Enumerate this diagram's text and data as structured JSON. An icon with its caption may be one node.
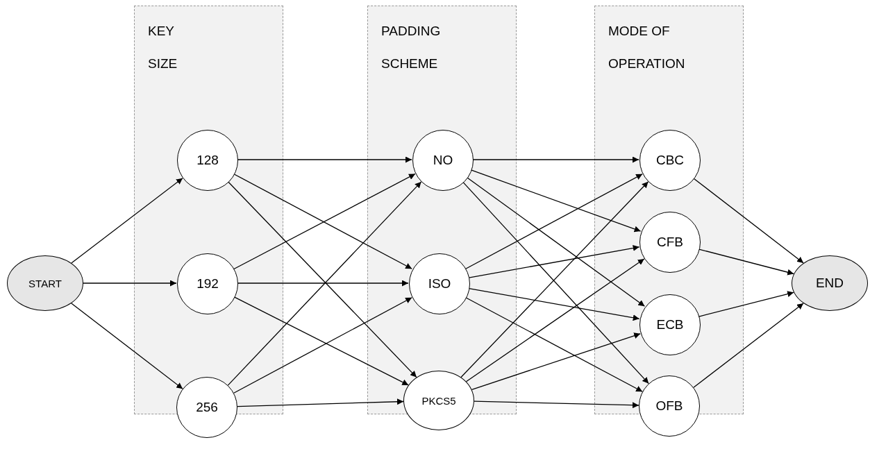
{
  "diagram": {
    "nodes": [
      {
        "text": [
          "KEY SIZE"
        ]
      },
      {
        "text": [
          "PADDING SCHEME"
        ]
      },
      {
        "text": [
          "MODE OF OPERATION"
        ]
      },
      {
        "text": [
          "START"
        ]
      },
      {
        "text": [
          "128"
        ],
        "in": 0
      },
      {
        "text": [
          "192"
        ],
        "in": 0
      },
      {
        "text": [
          "256"
        ]
      },
      {
        "text": [
          "NO"
        ],
        "in": 1
      },
      {
        "text": [
          "ISO"
        ],
        "in": 1
      },
      {
        "text": [
          "PKCS5"
        ]
      },
      {
        "text": [
          "CBC"
        ],
        "in": 2
      },
      {
        "text": [
          "CFB"
        ],
        "in": 2
      },
      {
        "text": [
          "ECB"
        ],
        "in": 2
      },
      {
        "text": [
          "OFB"
        ]
      },
      {
        "text": [
          "END"
        ]
      }
    ],
    "edges": [
      {
        "from": 3,
        "to": 4,
        "arrow": "to"
      },
      {
        "from": 3,
        "to": 5,
        "arrow": "to"
      },
      {
        "from": 3,
        "to": 6,
        "arrow": "to"
      },
      {
        "from": 4,
        "to": 7,
        "arrow": "to"
      },
      {
        "from": 4,
        "to": 8,
        "arrow": "to"
      },
      {
        "from": 4,
        "to": 9,
        "arrow": "to"
      },
      {
        "from": 5,
        "to": 7,
        "arrow": "to"
      },
      {
        "from": 5,
        "to": 8,
        "arrow": "to"
      },
      {
        "from": 5,
        "to": 9,
        "arrow": "to"
      },
      {
        "from": 6,
        "to": 7,
        "arrow": "to"
      },
      {
        "from": 6,
        "to": 8,
        "arrow": "to"
      },
      {
        "from": 6,
        "to": 9,
        "arrow": "to"
      },
      {
        "from": 7,
        "to": 10,
        "arrow": "to"
      },
      {
        "from": 7,
        "to": 11,
        "arrow": "to"
      },
      {
        "from": 7,
        "to": 12,
        "arrow": "to"
      },
      {
        "from": 7,
        "to": 13,
        "arrow": "to"
      },
      {
        "from": 8,
        "to": 10,
        "arrow": "to"
      },
      {
        "from": 8,
        "to": 11,
        "arrow": "to"
      },
      {
        "from": 8,
        "to": 12,
        "arrow": "to"
      },
      {
        "from": 8,
        "to": 13,
        "arrow": "to"
      },
      {
        "from": 9,
        "to": 10,
        "arrow": "to"
      },
      {
        "from": 9,
        "to": 11,
        "arrow": "to"
      },
      {
        "from": 9,
        "to": 12,
        "arrow": "to"
      },
      {
        "from": 9,
        "to": 13,
        "arrow": "to"
      },
      {
        "from": 10,
        "to": 14,
        "arrow": "to"
      },
      {
        "from": 11,
        "to": 14,
        "arrow": "to"
      },
      {
        "from": 12,
        "to": 14,
        "arrow": "to"
      },
      {
        "from": 13,
        "to": 14,
        "arrow": "to"
      }
    ]
  }
}
